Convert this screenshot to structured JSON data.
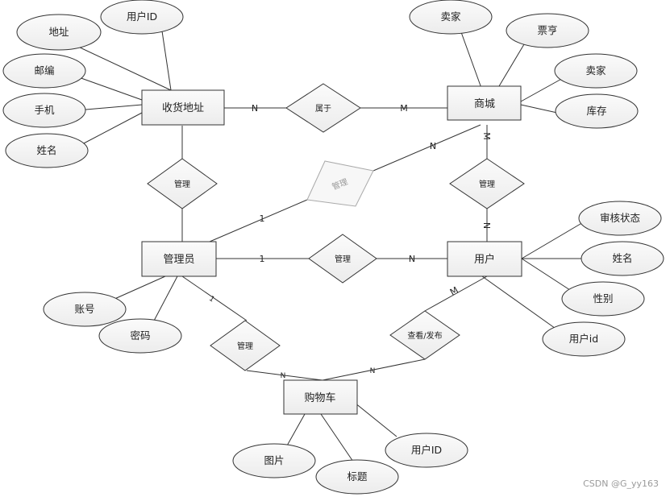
{
  "entities": {
    "shouhuo": "收货地址",
    "shangcheng": "商城",
    "guanliyuan": "管理员",
    "yonghu": "用户",
    "gouwuche": "购物车"
  },
  "attributes": {
    "sh_dizhi": "地址",
    "sh_yonghuid": "用户ID",
    "sh_youbian": "邮编",
    "sh_shouji": "手机",
    "sh_xingming": "姓名",
    "sc_maijia1": "卖家",
    "sc_piaoheng": "票亨",
    "sc_maijia2": "卖家",
    "sc_kucun": "库存",
    "gl_zhanghao": "账号",
    "gl_mima": "密码",
    "yh_shenhe": "审核状态",
    "yh_xingming": "姓名",
    "yh_xingbie": "性别",
    "yh_id": "用户id",
    "gw_tupian": "图片",
    "gw_biaoti": "标题",
    "gw_yonghuid": "用户ID"
  },
  "relations": {
    "shuyu": "属于",
    "guanli_top": "管理",
    "guanli_faded": "管理",
    "guanli_right": "管理",
    "guanli_mid": "管理",
    "guanli_bottom": "管理",
    "chakan": "查看/发布"
  },
  "cardinalities": {
    "shuyu_left": "N",
    "shuyu_right": "M",
    "faded_top": "N",
    "faded_bottom": "1",
    "right_top": "M",
    "right_bottom": "N",
    "mid_left": "1",
    "mid_right": "N",
    "chakan_top": "M",
    "chakan_bottom": "N",
    "bottom_top": "1",
    "bottom_bottom": "N"
  },
  "watermark": "CSDN @G_yy163",
  "colors": {
    "line": "#333333",
    "shape_fill": "#f4f4f4",
    "shape_stroke": "#333333",
    "faded": "#aaaaaa"
  }
}
